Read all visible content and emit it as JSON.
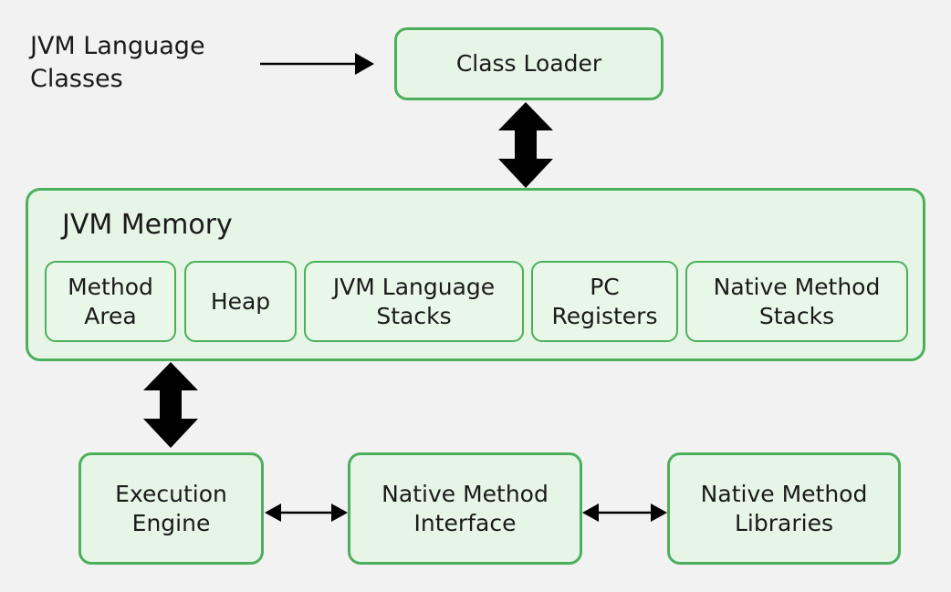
{
  "source": {
    "label": "JVM Language\nClasses"
  },
  "class_loader": {
    "label": "Class Loader"
  },
  "jvm_memory": {
    "title": "JVM Memory",
    "areas": [
      "Method\nArea",
      "Heap",
      "JVM Language\nStacks",
      "PC\nRegisters",
      "Native Method\nStacks"
    ]
  },
  "bottom_row": {
    "execution_engine": "Execution\nEngine",
    "native_interface": "Native Method\nInterface",
    "native_libraries": "Native Method\nLibraries"
  },
  "colors": {
    "box_fill": "#e6f5e6",
    "box_border": "#4caf5c",
    "background": "#f2f2f2",
    "arrow": "#000000"
  }
}
